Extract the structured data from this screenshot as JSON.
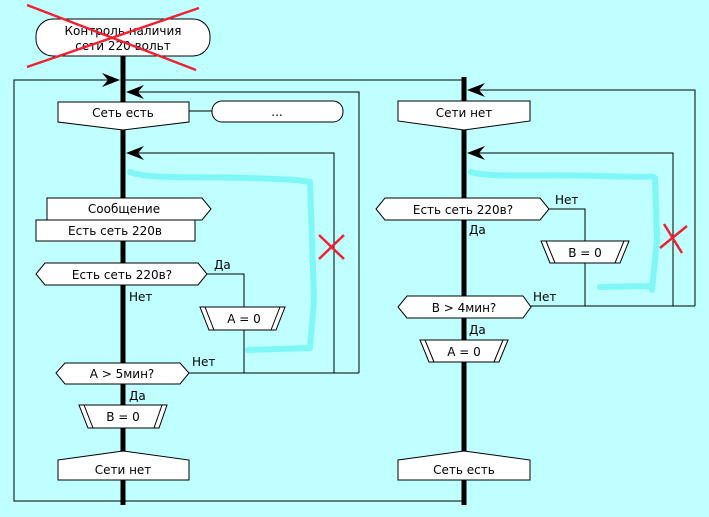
{
  "diagram": {
    "title_block": {
      "line1": "Контроль наличия",
      "line2": "сети 220 вольт",
      "crossed_out": true
    },
    "left_branch": {
      "header": "Сеть есть",
      "side_terminal": "...",
      "message_title": "Сообщение",
      "message_text": "Есть сеть 220в",
      "question1": "Есть сеть 220в?",
      "q1_yes": "Да",
      "q1_no": "Нет",
      "action1": "A = 0",
      "question2": "A > 5мин?",
      "q2_no": "Нет",
      "q2_yes": "Да",
      "action2": "B = 0",
      "footer": "Сети нет"
    },
    "right_branch": {
      "header": "Сети нет",
      "question1": "Есть сеть 220в?",
      "q1_no": "Нет",
      "q1_yes": "Да",
      "action1": "B = 0",
      "question2": "B > 4мин?",
      "q2_no": "Нет",
      "q2_yes": "Да",
      "action2": "A = 0",
      "footer": "Сеть есть"
    },
    "colors": {
      "background": "#bfffff",
      "highlight": "#7ff7f7",
      "cross": "#ee2233"
    }
  }
}
